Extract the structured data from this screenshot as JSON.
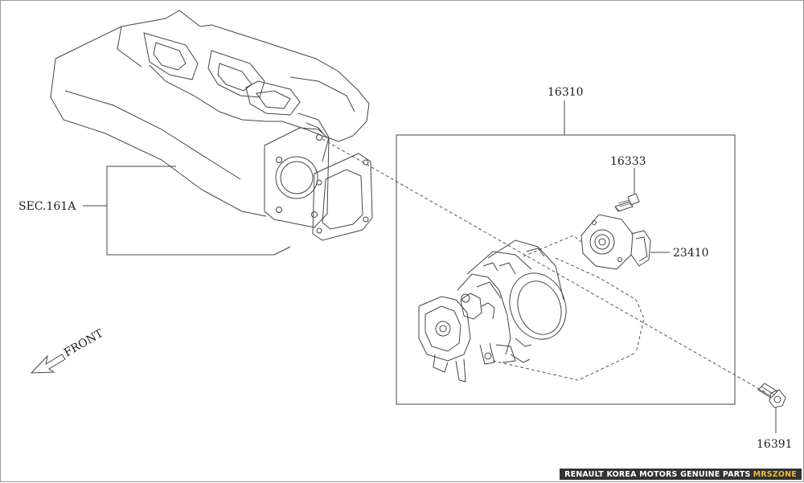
{
  "labels": {
    "assembly": "16310",
    "bolt_top": "16333",
    "sensor": "23410",
    "bolt_bottom": "16391",
    "section": "SEC.161A",
    "front": "FRONT"
  },
  "footer": {
    "main": "RENAULT KOREA MOTORS GENUINE PARTS",
    "zone": "MRSZONE"
  },
  "colors": {
    "line": "#444444",
    "footer_bg": "#333333",
    "footer_text": "#ffffff",
    "footer_accent": "#f2b92b"
  },
  "icons": {
    "front_arrow": "arrow-down-left-icon"
  }
}
